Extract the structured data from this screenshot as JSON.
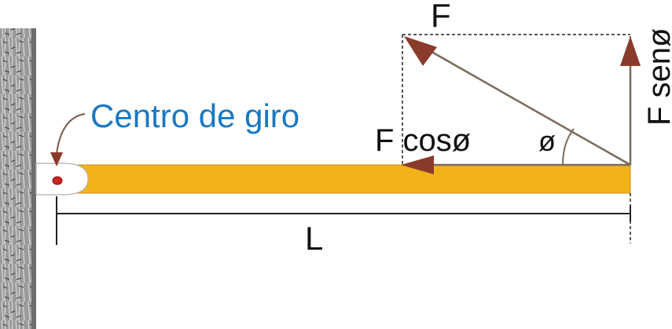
{
  "labels": {
    "pivot_caption": "Centro de giro",
    "force": "F",
    "force_cos": "F cosø",
    "force_sin": "F senø",
    "angle": "ø",
    "length": "L"
  },
  "colors": {
    "bar": "#f2b21a",
    "bar_edge": "#c8901a",
    "arrow": "#7a3a2a",
    "arrow_head": "#8a3b2a",
    "caption": "#1a78c2",
    "pivot_dot": "#d62020",
    "wall": "#8a8a8a",
    "text": "#111111"
  }
}
